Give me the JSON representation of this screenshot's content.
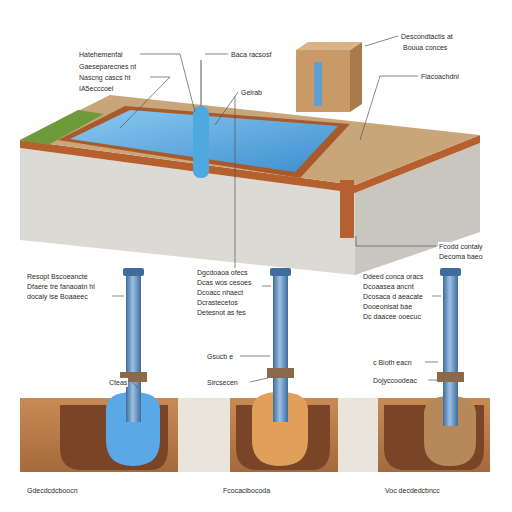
{
  "diagram": {
    "labels": [
      "Hatehemenfal",
      "Gaeseparecnes nt",
      "Nascng cascs ht",
      "IA5ecccoel",
      "Baca racsosf",
      "Descondtactis at",
      "Bouua conces",
      "Fiacoachdnl",
      "Gelrab",
      "Fcodd contaly",
      "Decoma baeo",
      "Resopt Bscoeancte",
      "Dfaere tre fanaoatn hl",
      "docaly ise Boaaeec",
      "Dgcdoaoa ofecs",
      "Dcas wos cesoes",
      "Dcoacc nhaect",
      "Dcrastecetos",
      "Detesnot as fes",
      "Ddeed conca oracs",
      "Dcoaasea ancnt",
      "Dcosaca d aeacate",
      "Dooeonisat bae",
      "Dc daacee ooecuc",
      "Gsucb e",
      "Sircsecen",
      "Cteas",
      "c Bioth eacn",
      "Dojyccoodeac",
      "Gdecdcdcboocn",
      "Fcocacibocoda",
      "Voc decdedcbncc"
    ]
  }
}
